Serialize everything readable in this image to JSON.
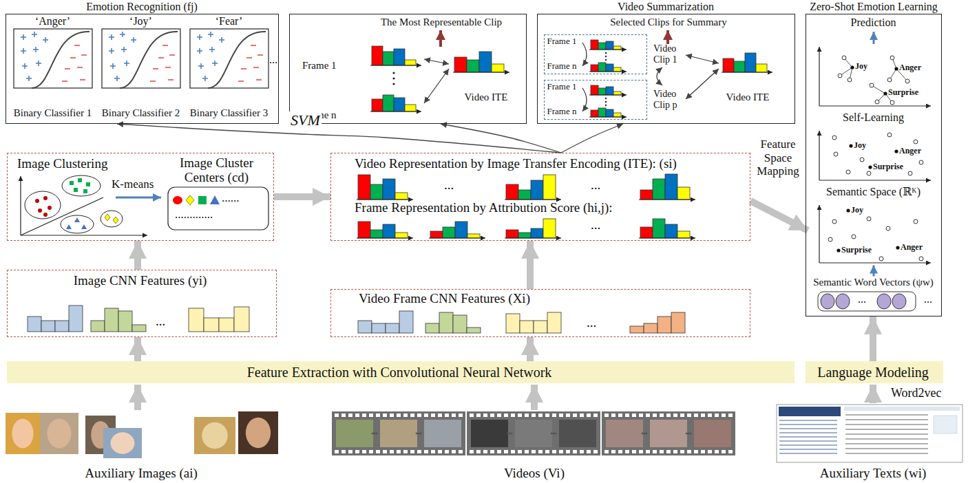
{
  "diagram": {
    "nodes": [
      {
        "text": [
          "Emotion Recognition (fj)"
        ]
      },
      {
        "text": [
          "‘Anger’",
          "Binary Classifier 1"
        ],
        "in": 0
      },
      {
        "text": [
          "‘Joy’",
          "Binary Classifier 2"
        ],
        "in": 0
      },
      {
        "text": [
          "‘Fear’",
          "Binary Classifier 3"
        ],
        "in": 0
      },
      {
        "text": [
          "The Most Representable Clip",
          "Frame 1",
          "Frame n",
          "Video ITE"
        ]
      },
      {
        "text": [
          "Video Summarization",
          "Selected Clips for Summary",
          "Video Clip 1",
          "Video Clip p",
          "Video ITE"
        ]
      },
      {
        "text": [
          "Frame 1",
          "Frame n"
        ],
        "in": 5
      },
      {
        "text": [
          "Frame 1",
          "Frame n"
        ],
        "in": 5
      },
      {
        "text": [
          "Image Clustering"
        ]
      },
      {
        "text": [
          "Image Cluster Centers (cd)"
        ],
        "in": 8
      },
      {
        "text": [
          "Video Representation by Image Transfer Encoding (ITE): (si)",
          "Frame Representation by Attribution Score (hi,j):"
        ]
      },
      {
        "text": [
          "Image CNN Features (yi)"
        ]
      },
      {
        "text": [
          "Video Frame CNN Features (Xi)"
        ]
      },
      {
        "text": [
          "Feature Extraction with Convolutional Neural Network"
        ]
      },
      {
        "text": [
          "Zero-Shot Emotion Learning"
        ]
      },
      {
        "text": [
          "Prediction"
        ],
        "in": 14
      },
      {
        "text": [
          "Self-Learning"
        ],
        "in": 14
      },
      {
        "text": [
          "Semantic Space (ℝᴷ)"
        ],
        "in": 14
      },
      {
        "text": [
          "Semantic Word Vectors (ψw)"
        ],
        "in": 14
      },
      {
        "text": [
          "Language Modeling"
        ]
      }
    ],
    "edges": [
      {
        "from": 13,
        "to": 11,
        "arrow": "to"
      },
      {
        "from": 13,
        "to": 12,
        "arrow": "to"
      },
      {
        "from": 11,
        "to": 8,
        "arrow": "to"
      },
      {
        "from": 8,
        "to": 10,
        "arrow": "to"
      },
      {
        "from": 12,
        "to": 10,
        "arrow": "to"
      },
      {
        "from": 10,
        "to": 0,
        "arrow": "to",
        "label": "SVM"
      },
      {
        "from": 10,
        "to": 4,
        "arrow": "to"
      },
      {
        "from": 10,
        "to": 5,
        "arrow": "to"
      },
      {
        "from": 10,
        "to": 17,
        "arrow": "to",
        "label": "Feature Space Mapping"
      },
      {
        "from": 19,
        "to": 14,
        "arrow": "to"
      },
      {
        "from": 18,
        "to": 17,
        "arrow": "to"
      }
    ],
    "labels": [
      "...",
      "K-means",
      "......",
      ".............",
      "...",
      "...",
      "...",
      "...",
      "...",
      "Joy",
      "Anger",
      "Surprise",
      "Joy",
      "Anger",
      "Surprise",
      "Joy",
      "Surprise",
      "Anger",
      "...",
      "...",
      "Word2vec",
      "Auxiliary Images (ai)",
      "Videos (Vi)",
      "Auxiliary Texts (wi)"
    ]
  }
}
